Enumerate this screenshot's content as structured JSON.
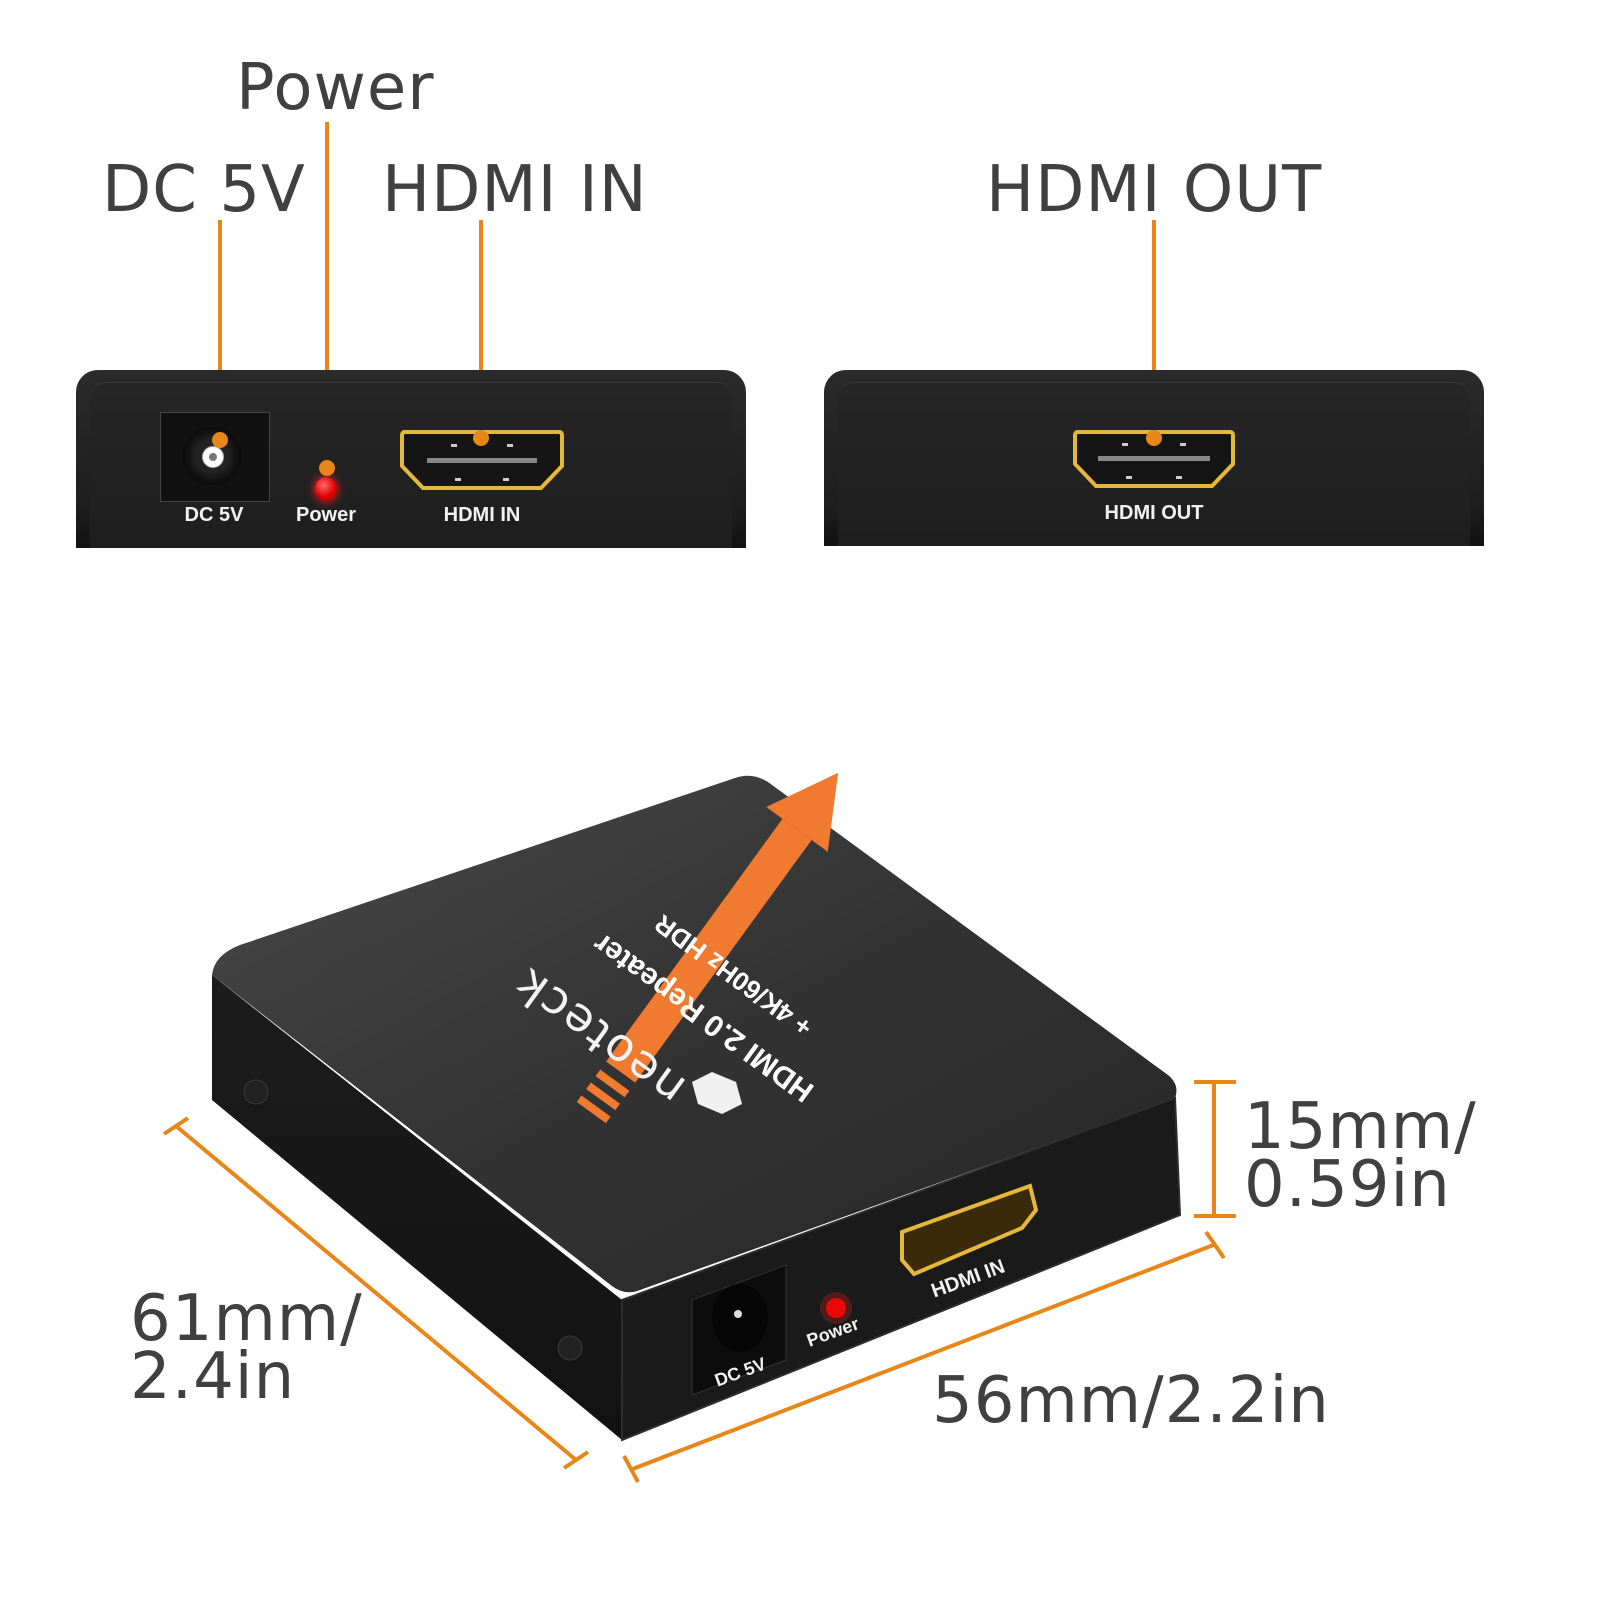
{
  "callouts": {
    "power": "Power",
    "dc5v": "DC 5V",
    "hdmi_in": "HDMI IN",
    "hdmi_out": "HDMI OUT"
  },
  "front_panel": {
    "dc_label": "DC 5V",
    "power_label": "Power",
    "hdmi_in_label": "HDMI IN"
  },
  "back_panel": {
    "hdmi_out_label": "HDMI OUT"
  },
  "device": {
    "brand": "neoteck",
    "stripe_text": "HDMI 2.0 Repeater",
    "feature_text": "+ 4K/60Hz HDR",
    "port_labels": {
      "dc": "DC 5V",
      "power": "Power",
      "hdmi_in": "HDMI IN"
    }
  },
  "dimensions": {
    "depth_line1": "61mm/",
    "depth_line2": "2.4in",
    "width": "56mm/2.2in",
    "height_line1": "15mm/",
    "height_line2": "0.59in"
  },
  "colors": {
    "accent_orange": "#e8861a",
    "stripe_orange": "#f07a30",
    "device_black": "#1f1f1f",
    "text_gray": "#404040",
    "led_red": "#e00000",
    "gold": "#e6b83a"
  }
}
